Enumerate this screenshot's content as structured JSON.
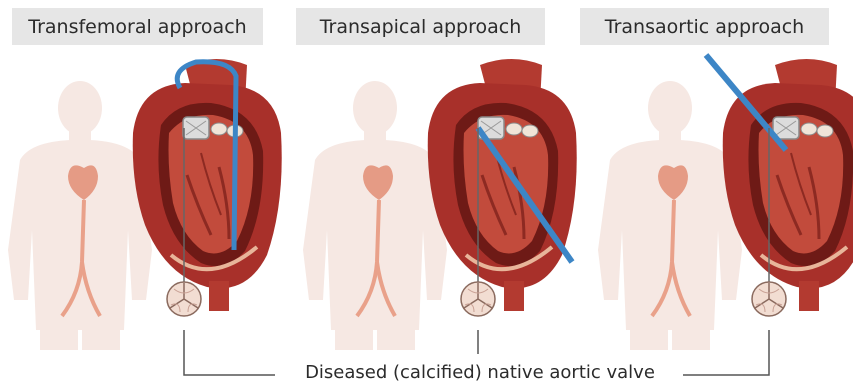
{
  "panels": [
    {
      "title": "Transfemoral approach",
      "catheter": "femoral"
    },
    {
      "title": "Transapical approach",
      "catheter": "apical"
    },
    {
      "title": "Transaortic approach",
      "catheter": "aortic"
    }
  ],
  "caption": "Diseased (calcified) native aortic valve",
  "colors": {
    "label_bg": "#e6e6e6",
    "body_silhouette": "#f5e6e1",
    "artery": "#e9a18a",
    "heart_muscle": "#a8302a",
    "heart_dark": "#6e1a16",
    "heart_light": "#d9766a",
    "catheter": "#3d86c6",
    "leader_line": "#555555"
  }
}
